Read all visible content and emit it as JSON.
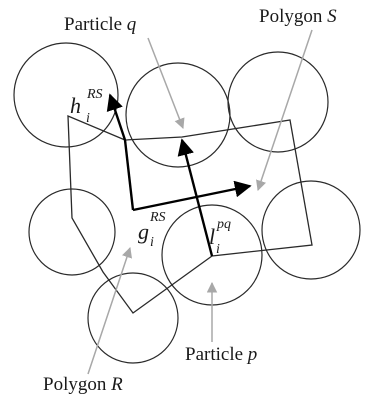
{
  "labels": {
    "particle_q": {
      "text": "Particle ",
      "var": "q"
    },
    "polygon_s": {
      "text": "Polygon ",
      "var": "S"
    },
    "particle_p": {
      "text": "Particle ",
      "var": "p"
    },
    "polygon_r": {
      "text": "Polygon ",
      "var": "R"
    },
    "h": {
      "base": "h",
      "sub": "i",
      "sup": "RS"
    },
    "g": {
      "base": "g",
      "sub": "i",
      "sup": "RS"
    },
    "l": {
      "base": "l",
      "sub": "i",
      "sup": "pq"
    }
  },
  "colors": {
    "stroke": "#2a2a2a",
    "leader": "#9a9a9a",
    "text": "#1a1a1a"
  }
}
